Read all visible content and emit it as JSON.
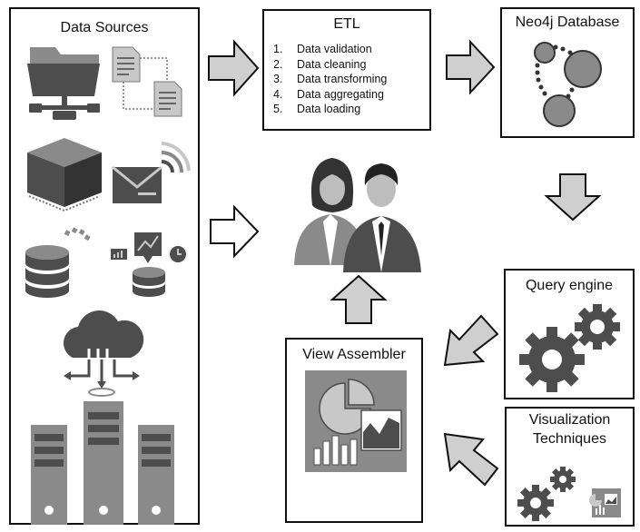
{
  "data_sources": {
    "title": "Data Sources"
  },
  "etl": {
    "title": "ETL",
    "steps": [
      {
        "num": "1.",
        "label": "Data validation"
      },
      {
        "num": "2.",
        "label": "Data cleaning"
      },
      {
        "num": "3.",
        "label": "Data transforming"
      },
      {
        "num": "4.",
        "label": "Data aggregating"
      },
      {
        "num": "5.",
        "label": "Data loading"
      }
    ]
  },
  "neo4j": {
    "title": "Neo4j Database"
  },
  "query_engine": {
    "title": "Query engine"
  },
  "view_assembler": {
    "title": "View Assembler"
  },
  "visualization": {
    "title_line1": "Visualization",
    "title_line2": "Techniques"
  },
  "colors": {
    "border": "#111111",
    "icon_dark": "#4d4d4d",
    "icon_mid": "#8a8a8a",
    "icon_light": "#c8c8c8",
    "arrow_fill": "#cfcfcf"
  }
}
